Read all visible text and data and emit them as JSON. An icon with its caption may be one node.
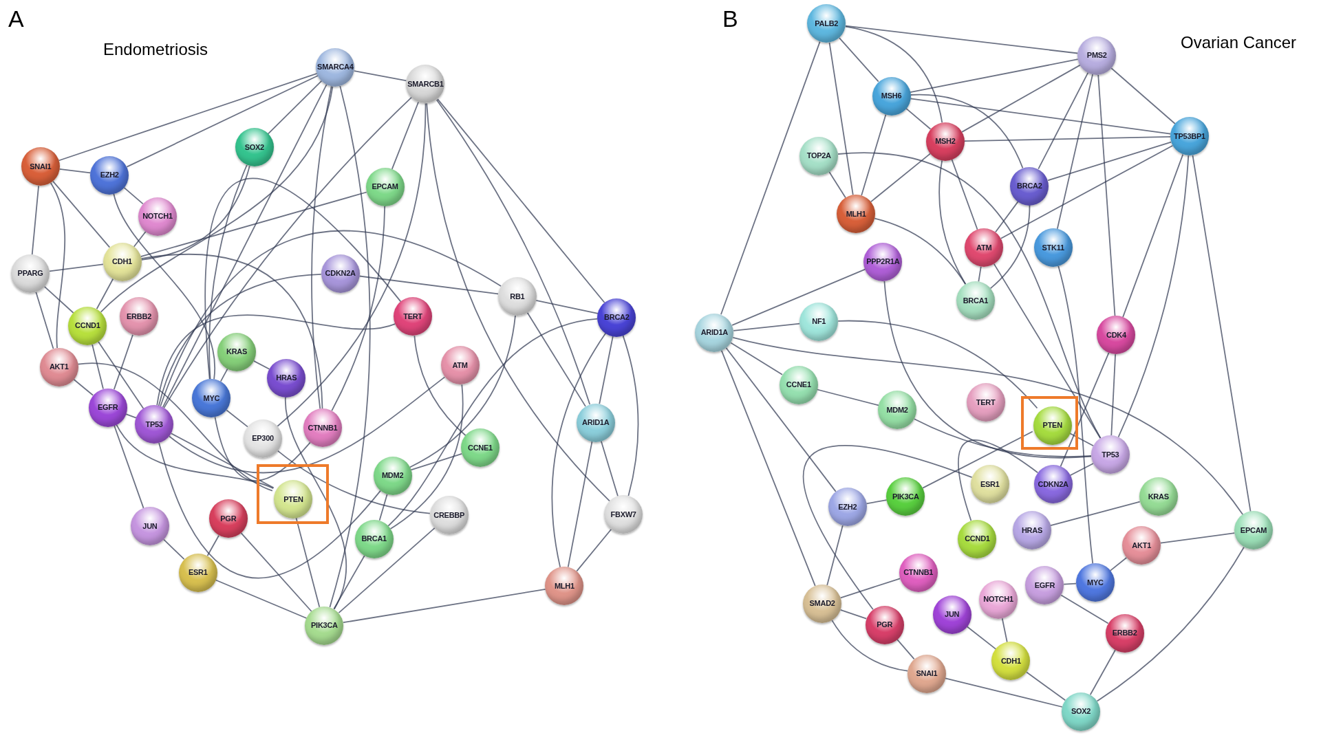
{
  "diagram": {
    "nodes": [
      {
        "text": [
          "SMARCA4"
        ]
      },
      {
        "text": [
          "SMARCB1"
        ]
      },
      {
        "text": [
          "SNAI1"
        ]
      },
      {
        "text": [
          "EZH2"
        ]
      },
      {
        "text": [
          "SOX2"
        ]
      },
      {
        "text": [
          "EPCAM"
        ]
      },
      {
        "text": [
          "NOTCH1"
        ]
      },
      {
        "text": [
          "PPARG"
        ]
      },
      {
        "text": [
          "CDH1"
        ]
      },
      {
        "text": [
          "CDKN2A"
        ]
      },
      {
        "text": [
          "RB1"
        ]
      },
      {
        "text": [
          "BRCA2"
        ]
      },
      {
        "text": [
          "TERT"
        ]
      },
      {
        "text": [
          "CCND1"
        ]
      },
      {
        "text": [
          "ERBB2"
        ]
      },
      {
        "text": [
          "AKT1"
        ]
      },
      {
        "text": [
          "KRAS"
        ]
      },
      {
        "text": [
          "HRAS"
        ]
      },
      {
        "text": [
          "ATM"
        ]
      },
      {
        "text": [
          "MYC"
        ]
      },
      {
        "text": [
          "EGFR"
        ]
      },
      {
        "text": [
          "TP53"
        ]
      },
      {
        "text": [
          "EP300"
        ]
      },
      {
        "text": [
          "CTNNB1"
        ]
      },
      {
        "text": [
          "ARID1A"
        ]
      },
      {
        "text": [
          "CCNE1"
        ]
      },
      {
        "text": [
          "MDM2"
        ]
      },
      {
        "text": [],
        "shape": "box"
      },
      {
        "text": [
          "PTEN"
        ],
        "in": 27
      },
      {
        "text": [
          "CREBBP"
        ]
      },
      {
        "text": [
          "FBXW7"
        ]
      },
      {
        "text": [
          "JUN"
        ]
      },
      {
        "text": [
          "PGR"
        ]
      },
      {
        "text": [
          "BRCA1"
        ]
      },
      {
        "text": [
          "ESR1"
        ]
      },
      {
        "text": [
          "MLH1"
        ]
      },
      {
        "text": [
          "PIK3CA"
        ]
      },
      {
        "text": [
          "PALB2"
        ]
      },
      {
        "text": [
          "PMS2"
        ]
      },
      {
        "text": [
          "MSH6"
        ]
      },
      {
        "text": [
          "TP53BP1"
        ]
      },
      {
        "text": [
          "TOP2A"
        ]
      },
      {
        "text": [
          "MSH2"
        ]
      },
      {
        "text": [
          "BRCA2"
        ]
      },
      {
        "text": [
          "MLH1"
        ]
      },
      {
        "text": [
          "ATM"
        ]
      },
      {
        "text": [
          "STK11"
        ]
      },
      {
        "text": [
          "PPP2R1A"
        ]
      },
      {
        "text": [
          "BRCA1"
        ]
      },
      {
        "text": [
          "ARID1A"
        ]
      },
      {
        "text": [
          "NF1"
        ]
      },
      {
        "text": [
          "CDK4"
        ]
      },
      {
        "text": [
          "CCNE1"
        ]
      },
      {
        "text": [
          "MDM2"
        ]
      },
      {
        "text": [
          "TERT"
        ]
      },
      {
        "text": [],
        "shape": "box"
      },
      {
        "text": [
          "PTEN"
        ],
        "in": 55
      },
      {
        "text": [
          "CDKN2A"
        ]
      },
      {
        "text": [
          "TP53"
        ]
      },
      {
        "text": [
          "KRAS"
        ]
      },
      {
        "text": [
          "EZH2"
        ]
      },
      {
        "text": [
          "PIK3CA"
        ]
      },
      {
        "text": [
          "ESR1"
        ]
      },
      {
        "text": [
          "HRAS"
        ]
      },
      {
        "text": [
          "EPCAM"
        ]
      },
      {
        "text": [
          "CCND1"
        ]
      },
      {
        "text": [
          "AKT1"
        ]
      },
      {
        "text": [
          "MYC"
        ]
      },
      {
        "text": [
          "EGFR"
        ]
      },
      {
        "text": [
          "CTNNB1"
        ]
      },
      {
        "text": [
          "NOTCH1"
        ]
      },
      {
        "text": [
          "ERBB2"
        ]
      },
      {
        "text": [
          "SMAD2"
        ]
      },
      {
        "text": [
          "PGR"
        ]
      },
      {
        "text": [
          "JUN"
        ]
      },
      {
        "text": [
          "CDH1"
        ]
      },
      {
        "text": [
          "SNAI1"
        ]
      },
      {
        "text": [
          "SOX2"
        ]
      }
    ],
    "edges": [
      {
        "from": 0,
        "to": 1,
        "arrow": "none"
      },
      {
        "from": 0,
        "to": 3,
        "arrow": "none"
      },
      {
        "from": 0,
        "to": 2,
        "arrow": "none"
      },
      {
        "from": 0,
        "to": 4,
        "arrow": "none"
      },
      {
        "from": 0,
        "to": 13,
        "arrow": "none"
      },
      {
        "from": 0,
        "to": 21,
        "arrow": "none"
      },
      {
        "from": 0,
        "to": 23,
        "arrow": "none"
      },
      {
        "from": 0,
        "to": 36,
        "arrow": "none"
      },
      {
        "from": 1,
        "to": 5,
        "arrow": "none"
      },
      {
        "from": 1,
        "to": 11,
        "arrow": "none"
      },
      {
        "from": 1,
        "to": 24,
        "arrow": "none"
      },
      {
        "from": 1,
        "to": 30,
        "arrow": "none"
      },
      {
        "from": 1,
        "to": 21,
        "arrow": "none"
      },
      {
        "from": 1,
        "to": 22,
        "arrow": "none"
      },
      {
        "from": 2,
        "to": 3,
        "arrow": "none"
      },
      {
        "from": 2,
        "to": 7,
        "arrow": "none"
      },
      {
        "from": 2,
        "to": 8,
        "arrow": "none"
      },
      {
        "from": 2,
        "to": 15,
        "arrow": "none"
      },
      {
        "from": 3,
        "to": 6,
        "arrow": "none"
      },
      {
        "from": 3,
        "to": 19,
        "arrow": "none"
      },
      {
        "from": 4,
        "to": 8,
        "arrow": "none"
      },
      {
        "from": 4,
        "to": 19,
        "arrow": "none"
      },
      {
        "from": 5,
        "to": 23,
        "arrow": "none"
      },
      {
        "from": 5,
        "to": 8,
        "arrow": "none"
      },
      {
        "from": 6,
        "to": 8,
        "arrow": "none"
      },
      {
        "from": 7,
        "to": 8,
        "arrow": "none"
      },
      {
        "from": 7,
        "to": 13,
        "arrow": "none"
      },
      {
        "from": 7,
        "to": 15,
        "arrow": "none"
      },
      {
        "from": 8,
        "to": 13,
        "arrow": "none"
      },
      {
        "from": 8,
        "to": 23,
        "arrow": "none"
      },
      {
        "from": 9,
        "to": 21,
        "arrow": "none"
      },
      {
        "from": 9,
        "to": 10,
        "arrow": "none"
      },
      {
        "from": 10,
        "to": 11,
        "arrow": "none"
      },
      {
        "from": 10,
        "to": 21,
        "arrow": "none"
      },
      {
        "from": 10,
        "to": 26,
        "arrow": "none"
      },
      {
        "from": 10,
        "to": 24,
        "arrow": "none"
      },
      {
        "from": 11,
        "to": 33,
        "arrow": "none"
      },
      {
        "from": 11,
        "to": 24,
        "arrow": "none"
      },
      {
        "from": 11,
        "to": 30,
        "arrow": "none"
      },
      {
        "from": 11,
        "to": 35,
        "arrow": "none"
      },
      {
        "from": 12,
        "to": 19,
        "arrow": "none"
      },
      {
        "from": 12,
        "to": 21,
        "arrow": "none"
      },
      {
        "from": 12,
        "to": 25,
        "arrow": "none"
      },
      {
        "from": 13,
        "to": 21,
        "arrow": "none"
      },
      {
        "from": 13,
        "to": 20,
        "arrow": "none"
      },
      {
        "from": 14,
        "to": 20,
        "arrow": "none"
      },
      {
        "from": 15,
        "to": 20,
        "arrow": "none"
      },
      {
        "from": 15,
        "to": 28,
        "arrow": "none"
      },
      {
        "from": 16,
        "to": 17,
        "arrow": "none"
      },
      {
        "from": 16,
        "to": 19,
        "arrow": "none"
      },
      {
        "from": 17,
        "to": 36,
        "arrow": "none"
      },
      {
        "from": 18,
        "to": 33,
        "arrow": "none"
      },
      {
        "from": 18,
        "to": 21,
        "arrow": "none"
      },
      {
        "from": 19,
        "to": 22,
        "arrow": "none"
      },
      {
        "from": 20,
        "to": 31,
        "arrow": "none"
      },
      {
        "from": 20,
        "to": 21,
        "arrow": "none"
      },
      {
        "from": 21,
        "to": 26,
        "arrow": "none"
      },
      {
        "from": 21,
        "to": 28,
        "arrow": "none"
      },
      {
        "from": 22,
        "to": 29,
        "arrow": "none"
      },
      {
        "from": 23,
        "to": 19,
        "arrow": "none"
      },
      {
        "from": 24,
        "to": 30,
        "arrow": "none"
      },
      {
        "from": 24,
        "to": 35,
        "arrow": "none"
      },
      {
        "from": 25,
        "to": 26,
        "arrow": "none"
      },
      {
        "from": 26,
        "to": 33,
        "arrow": "none"
      },
      {
        "from": 28,
        "to": 36,
        "arrow": "none"
      },
      {
        "from": 28,
        "to": 20,
        "arrow": "none"
      },
      {
        "from": 29,
        "to": 36,
        "arrow": "none"
      },
      {
        "from": 31,
        "to": 34,
        "arrow": "none"
      },
      {
        "from": 32,
        "to": 34,
        "arrow": "none"
      },
      {
        "from": 32,
        "to": 36,
        "arrow": "none"
      },
      {
        "from": 33,
        "to": 36,
        "arrow": "none"
      },
      {
        "from": 34,
        "to": 36,
        "arrow": "none"
      },
      {
        "from": 35,
        "to": 30,
        "arrow": "none"
      },
      {
        "from": 35,
        "to": 36,
        "arrow": "none"
      },
      {
        "from": 37,
        "to": 38,
        "arrow": "none"
      },
      {
        "from": 37,
        "to": 39,
        "arrow": "none"
      },
      {
        "from": 37,
        "to": 42,
        "arrow": "none"
      },
      {
        "from": 37,
        "to": 49,
        "arrow": "none"
      },
      {
        "from": 37,
        "to": 44,
        "arrow": "none"
      },
      {
        "from": 38,
        "to": 39,
        "arrow": "none"
      },
      {
        "from": 38,
        "to": 40,
        "arrow": "none"
      },
      {
        "from": 38,
        "to": 42,
        "arrow": "none"
      },
      {
        "from": 38,
        "to": 43,
        "arrow": "none"
      },
      {
        "from": 38,
        "to": 46,
        "arrow": "none"
      },
      {
        "from": 38,
        "to": 51,
        "arrow": "none"
      },
      {
        "from": 39,
        "to": 42,
        "arrow": "none"
      },
      {
        "from": 39,
        "to": 44,
        "arrow": "none"
      },
      {
        "from": 39,
        "to": 43,
        "arrow": "none"
      },
      {
        "from": 39,
        "to": 40,
        "arrow": "none"
      },
      {
        "from": 40,
        "to": 42,
        "arrow": "none"
      },
      {
        "from": 40,
        "to": 43,
        "arrow": "none"
      },
      {
        "from": 40,
        "to": 45,
        "arrow": "none"
      },
      {
        "from": 40,
        "to": 51,
        "arrow": "none"
      },
      {
        "from": 40,
        "to": 58,
        "arrow": "none"
      },
      {
        "from": 40,
        "to": 64,
        "arrow": "none"
      },
      {
        "from": 41,
        "to": 44,
        "arrow": "none"
      },
      {
        "from": 41,
        "to": 58,
        "arrow": "none"
      },
      {
        "from": 42,
        "to": 44,
        "arrow": "none"
      },
      {
        "from": 42,
        "to": 45,
        "arrow": "none"
      },
      {
        "from": 42,
        "to": 48,
        "arrow": "none"
      },
      {
        "from": 43,
        "to": 45,
        "arrow": "none"
      },
      {
        "from": 43,
        "to": 48,
        "arrow": "none"
      },
      {
        "from": 44,
        "to": 48,
        "arrow": "none"
      },
      {
        "from": 45,
        "to": 48,
        "arrow": "none"
      },
      {
        "from": 45,
        "to": 58,
        "arrow": "none"
      },
      {
        "from": 46,
        "to": 67,
        "arrow": "none"
      },
      {
        "from": 47,
        "to": 49,
        "arrow": "none"
      },
      {
        "from": 47,
        "to": 58,
        "arrow": "none"
      },
      {
        "from": 49,
        "to": 50,
        "arrow": "none"
      },
      {
        "from": 49,
        "to": 52,
        "arrow": "none"
      },
      {
        "from": 49,
        "to": 72,
        "arrow": "none"
      },
      {
        "from": 49,
        "to": 60,
        "arrow": "none"
      },
      {
        "from": 49,
        "to": 64,
        "arrow": "none"
      },
      {
        "from": 50,
        "to": 56,
        "arrow": "none"
      },
      {
        "from": 51,
        "to": 58,
        "arrow": "none"
      },
      {
        "from": 51,
        "to": 57,
        "arrow": "none"
      },
      {
        "from": 52,
        "to": 53,
        "arrow": "none"
      },
      {
        "from": 53,
        "to": 58,
        "arrow": "none"
      },
      {
        "from": 56,
        "to": 58,
        "arrow": "none"
      },
      {
        "from": 57,
        "to": 58,
        "arrow": "none"
      },
      {
        "from": 59,
        "to": 63,
        "arrow": "none"
      },
      {
        "from": 60,
        "to": 72,
        "arrow": "none"
      },
      {
        "from": 61,
        "to": 56,
        "arrow": "none"
      },
      {
        "from": 61,
        "to": 60,
        "arrow": "none"
      },
      {
        "from": 62,
        "to": 73,
        "arrow": "none"
      },
      {
        "from": 64,
        "to": 77,
        "arrow": "none"
      },
      {
        "from": 64,
        "to": 66,
        "arrow": "none"
      },
      {
        "from": 65,
        "to": 57,
        "arrow": "none"
      },
      {
        "from": 66,
        "to": 67,
        "arrow": "none"
      },
      {
        "from": 67,
        "to": 68,
        "arrow": "none"
      },
      {
        "from": 68,
        "to": 71,
        "arrow": "none"
      },
      {
        "from": 69,
        "to": 72,
        "arrow": "none"
      },
      {
        "from": 70,
        "to": 75,
        "arrow": "none"
      },
      {
        "from": 71,
        "to": 77,
        "arrow": "none"
      },
      {
        "from": 72,
        "to": 73,
        "arrow": "none"
      },
      {
        "from": 72,
        "to": 76,
        "arrow": "none"
      },
      {
        "from": 73,
        "to": 76,
        "arrow": "none"
      },
      {
        "from": 75,
        "to": 77,
        "arrow": "none"
      },
      {
        "from": 76,
        "to": 77,
        "arrow": "none"
      },
      {
        "from": 74,
        "to": 75,
        "arrow": "none"
      }
    ],
    "labels": [
      "A",
      "Endometriosis",
      "B",
      "Ovarian Cancer"
    ]
  }
}
